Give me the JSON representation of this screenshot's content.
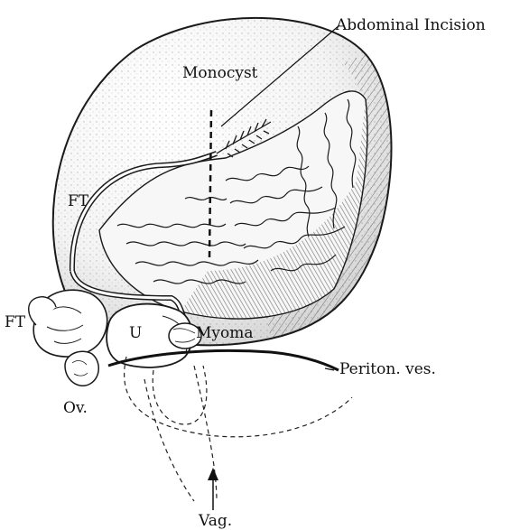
{
  "labels": {
    "abdominal_incision": "Abdominal Incision",
    "monocyst": "Monocyst",
    "ft_upper": "FT",
    "ft_lower": "FT",
    "uterus": "U",
    "myoma": "Myoma",
    "periton_ves": "Periton. ves.",
    "ovary": "Ov.",
    "vagina": "Vag."
  }
}
